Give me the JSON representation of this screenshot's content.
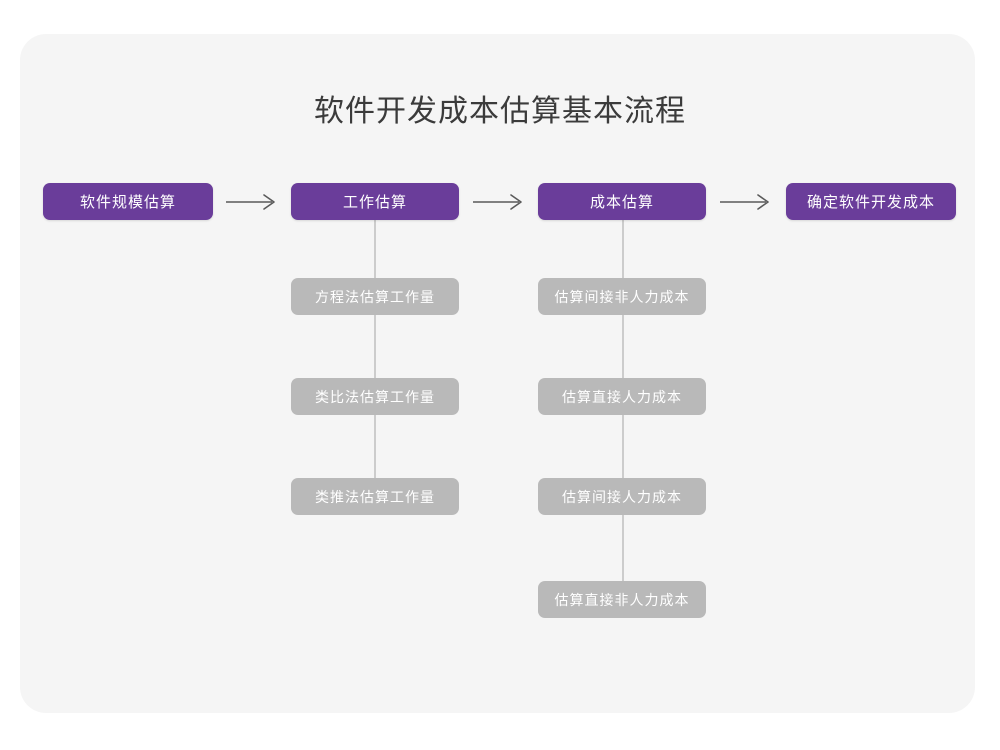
{
  "page": {
    "title": "软件开发成本估算基本流程",
    "background_color": "#ffffff",
    "card_color": "#f5f5f5",
    "accent_color": "#6a3d9a",
    "secondary_color": "#b9b9b9",
    "connector_color": "#cccccc",
    "arrow_color": "#5a5a5a"
  },
  "flow": {
    "stages": [
      {
        "label": "软件规模估算",
        "substeps": []
      },
      {
        "label": "工作估算",
        "substeps": [
          {
            "label": "方程法估算工作量"
          },
          {
            "label": "类比法估算工作量"
          },
          {
            "label": "类推法估算工作量"
          }
        ]
      },
      {
        "label": "成本估算",
        "substeps": [
          {
            "label": "估算间接非人力成本"
          },
          {
            "label": "估算直接人力成本"
          },
          {
            "label": "估算间接人力成本"
          },
          {
            "label": "估算直接非人力成本"
          }
        ]
      },
      {
        "label": "确定软件开发成本",
        "substeps": []
      }
    ],
    "arrows": [
      {
        "name": "arrow-stage1-to-stage2",
        "glyph": "→"
      },
      {
        "name": "arrow-stage2-to-stage3",
        "glyph": "→"
      },
      {
        "name": "arrow-stage3-to-stage4",
        "glyph": "→"
      }
    ]
  }
}
